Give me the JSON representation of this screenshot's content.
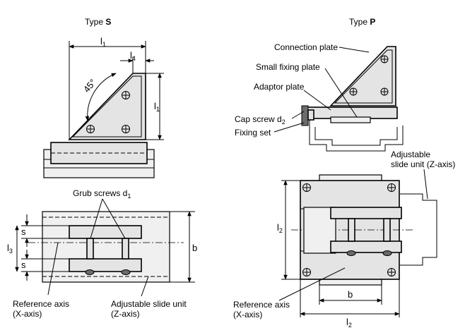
{
  "views": {
    "type_s": {
      "prefix": "Type ",
      "letter": "S"
    },
    "type_p": {
      "prefix": "Type ",
      "letter": "P"
    }
  },
  "dimensions": {
    "l1": "l",
    "l1_sub": "1",
    "l4": "l",
    "l4_sub": "4",
    "angle": "45°",
    "l1_side": "l",
    "l1_side_sub": "1",
    "l3": "l",
    "l3_sub": "3",
    "s_top": "s",
    "s_bottom": "s",
    "b_left": "b",
    "l2_side": "l",
    "l2_side_sub": "2",
    "b_bottom": "b",
    "l2_bottom": "l",
    "l2_bottom_sub": "2"
  },
  "labels": {
    "connection_plate": "Connection plate",
    "small_fixing_plate": "Small fixing plate",
    "adaptor_plate": "Adaptor plate",
    "cap_screw": "Cap screw d",
    "cap_screw_sub": "2",
    "fixing_set": "Fixing set",
    "grub_screws": "Grub screws d",
    "grub_screws_sub": "1",
    "adjustable_slide_z_line1": "Adjustable",
    "adjustable_slide_z_line2": "slide unit (Z-axis)",
    "ref_axis_left_line1": "Reference axis",
    "ref_axis_left_line2": "(X-axis)",
    "adj_slide_bottom_line1": "Adjustable slide unit",
    "adj_slide_bottom_line2": "(Z-axis)",
    "ref_axis_right_line1": "Reference axis",
    "ref_axis_right_line2": "(X-axis)"
  }
}
